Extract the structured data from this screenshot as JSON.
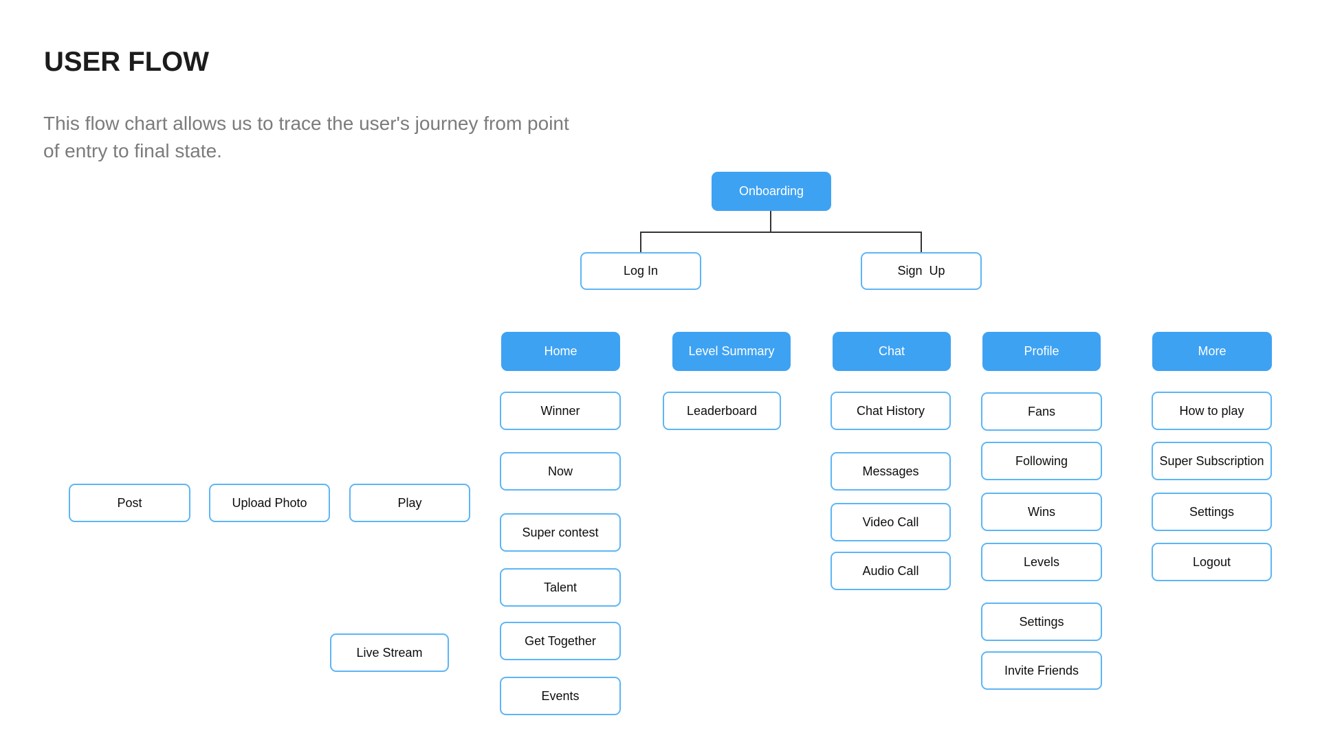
{
  "page": {
    "title": "USER FLOW",
    "subtitle_line1": "This flow chart allows us to trace the user's journey from point",
    "subtitle_line2": "of entry to final state."
  },
  "colors": {
    "node_fill_blue": "#3EA2F3",
    "node_outline_blue": "#5CB5F6",
    "node_text_on_blue": "#ffffff",
    "node_text_on_white": "#0d0d0d",
    "connector_line": "#333333",
    "title_text": "#1c1c1c",
    "subtitle_text": "#7b7b7b",
    "background": "#ffffff"
  },
  "nodes": {
    "onboarding": "Onboarding",
    "login": "Log In",
    "signup": "Sign  Up",
    "home": "Home",
    "level_summary": "Level Summary",
    "chat": "Chat",
    "profile": "Profile",
    "more": "More",
    "winner": "Winner",
    "now": "Now",
    "super_contest": "Super contest",
    "talent": "Talent",
    "get_together": "Get Together",
    "events": "Events",
    "leaderboard": "Leaderboard",
    "chat_history": "Chat History",
    "messages": "Messages",
    "video_call": "Video Call",
    "audio_call": "Audio Call",
    "fans": "Fans",
    "following": "Following",
    "wins": "Wins",
    "levels": "Levels",
    "settings_profile": "Settings",
    "invite_friends": "Invite Friends",
    "how_to_play": "How to play",
    "super_subscription": "Super Subscription",
    "settings_more": "Settings",
    "logout": "Logout",
    "post": "Post",
    "upload_photo": "Upload Photo",
    "play": "Play",
    "live_stream": "Live Stream"
  }
}
